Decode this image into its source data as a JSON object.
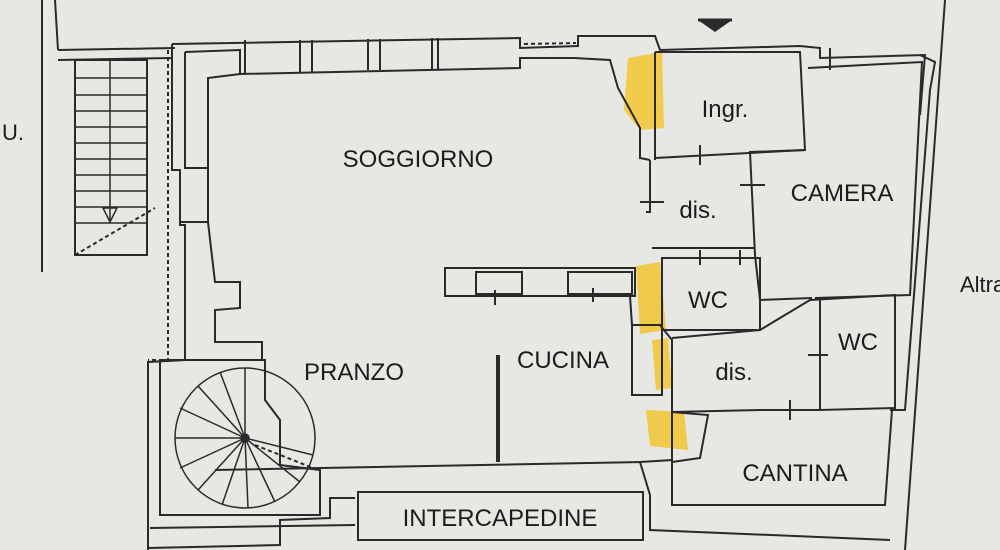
{
  "rooms": {
    "soggiorno": "SOGGIORNO",
    "ingresso": "Ingr.",
    "dis_upper": "dis.",
    "camera": "CAMERA",
    "wc_left": "WC",
    "wc_right": "WC",
    "pranzo": "PRANZO",
    "cucina": "CUCINA",
    "dis_lower": "dis.",
    "cantina": "CANTINA",
    "intercapedine": "INTERCAPEDINE"
  },
  "edge_text": {
    "left": "U.",
    "right": "Altra"
  },
  "colors": {
    "background": "#e7e7e4",
    "wall": "#2a2a2a",
    "highlight": "#f2c531"
  }
}
